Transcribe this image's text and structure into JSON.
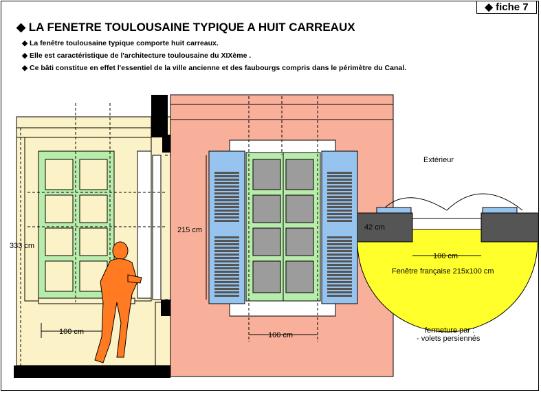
{
  "fiche": "fiche 7",
  "title": "LA FENETRE TOULOUSAINE TYPIQUE A HUIT CARREAUX",
  "bullets": [
    "La fenêtre toulousaine typique comporte huit carreaux.",
    "Elle est caractéristique de l'architecture toulousaine du XIXème .",
    "Ce bâti constitue en effet l'essentiel de la ville ancienne et des faubourgs compris dans le périmètre du Canal."
  ],
  "dimensions": {
    "height_section": "333 cm",
    "width_section": "100 cm",
    "height_window": "215 cm",
    "width_window": "100 cm",
    "plan_depth": "42 cm",
    "plan_width": "100 cm"
  },
  "plan": {
    "exterior": "Extérieur",
    "window_type": "Fenêtre française 215x100 cm",
    "closure_title": "fermeture par :",
    "closure_item": "- volets persiennés"
  },
  "colors": {
    "cream": "#fcf2c8",
    "wall_pink": "#f8b09a",
    "frame_green": "#b8ecaa",
    "glass_grey": "#9c9c9c",
    "shutter_blue": "#96c4ee",
    "person_orange": "#ff7a20",
    "plan_yellow": "#ffff2c",
    "wall_grey": "#555555"
  }
}
